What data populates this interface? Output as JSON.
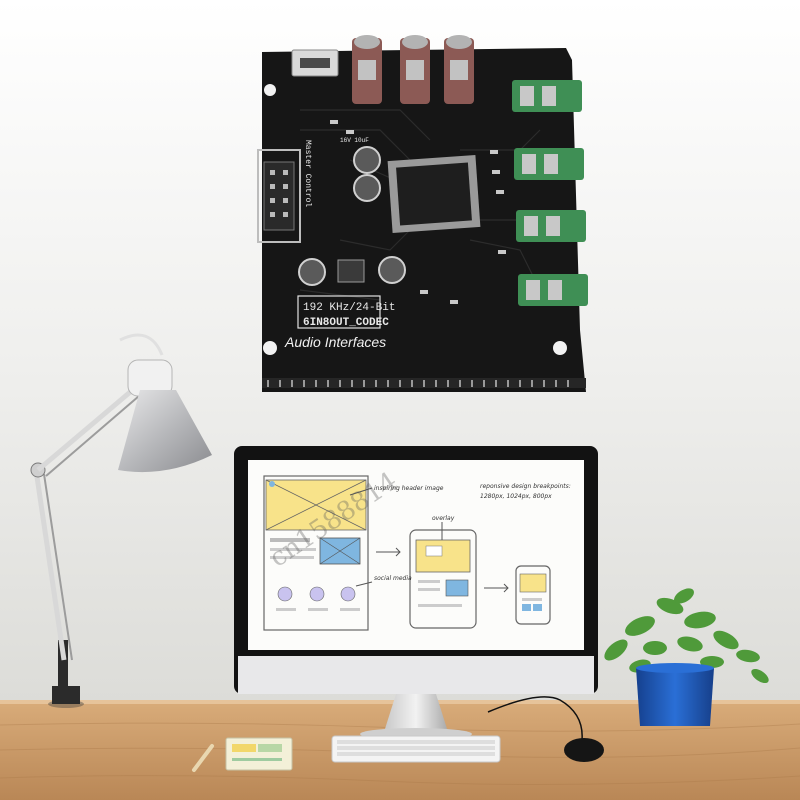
{
  "board": {
    "spec_label": "192 KHz/24-Bit",
    "codec_label": "6IN8OUT_CODEC",
    "title": "Audio Interfaces",
    "side_label": "Master Control",
    "cap_label": "16V 10uF"
  },
  "monitor_screen": {
    "label_header": "inspiring header image",
    "label_overlay": "overlay",
    "label_social": "social media",
    "breakpoints_title": "reponsive design breakpoints:",
    "breakpoints_values": "1280px, 1024px, 800px"
  },
  "watermark": "cn1588814",
  "colors": {
    "pcb": "#161616",
    "wall": "#f2f2f0",
    "desk": "#c89a6a",
    "jack_green": "#3f8f55",
    "jack_red": "#8c5a55",
    "pot_blue": "#1f58b8",
    "plant_green": "#4f9a3a"
  }
}
